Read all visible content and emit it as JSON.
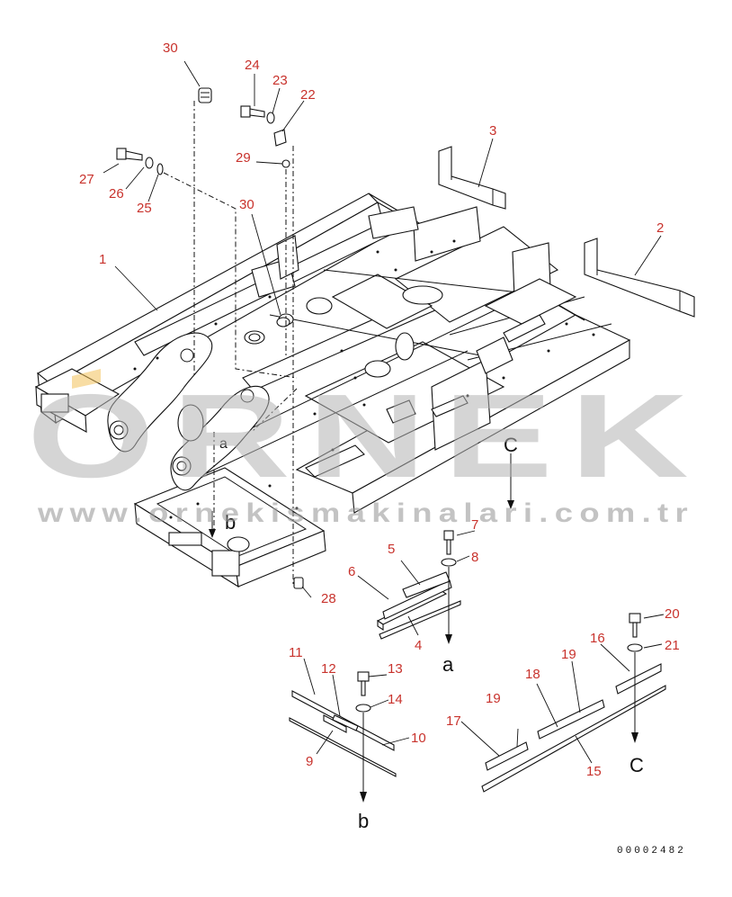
{
  "parts": {
    "p1": "1",
    "p2": "2",
    "p3": "3",
    "p4": "4",
    "p5": "5",
    "p6": "6",
    "p7": "7",
    "p8": "8",
    "p9": "9",
    "p10": "10",
    "p11": "11",
    "p12": "12",
    "p13": "13",
    "p14": "14",
    "p15": "15",
    "p16": "16",
    "p17": "17",
    "p18": "18",
    "p19a": "19",
    "p19b": "19",
    "p20": "20",
    "p21": "21",
    "p22": "22",
    "p23": "23",
    "p24": "24",
    "p25": "25",
    "p26": "26",
    "p27": "27",
    "p28": "28",
    "p29": "29",
    "p30a": "30",
    "p30b": "30"
  },
  "refs": {
    "a_bottom": "a",
    "b_bottom": "b",
    "c_bottom": "C",
    "a_frame": "a",
    "b_frame": "b",
    "c_frame": "C"
  },
  "watermark": {
    "brand": "ORNEK",
    "url": "www.ornekismakinalari.com.tr"
  },
  "doc_number": "00002482",
  "colors": {
    "label": "#c8322c",
    "line": "#111111",
    "watermark": "#b4b4b4"
  }
}
